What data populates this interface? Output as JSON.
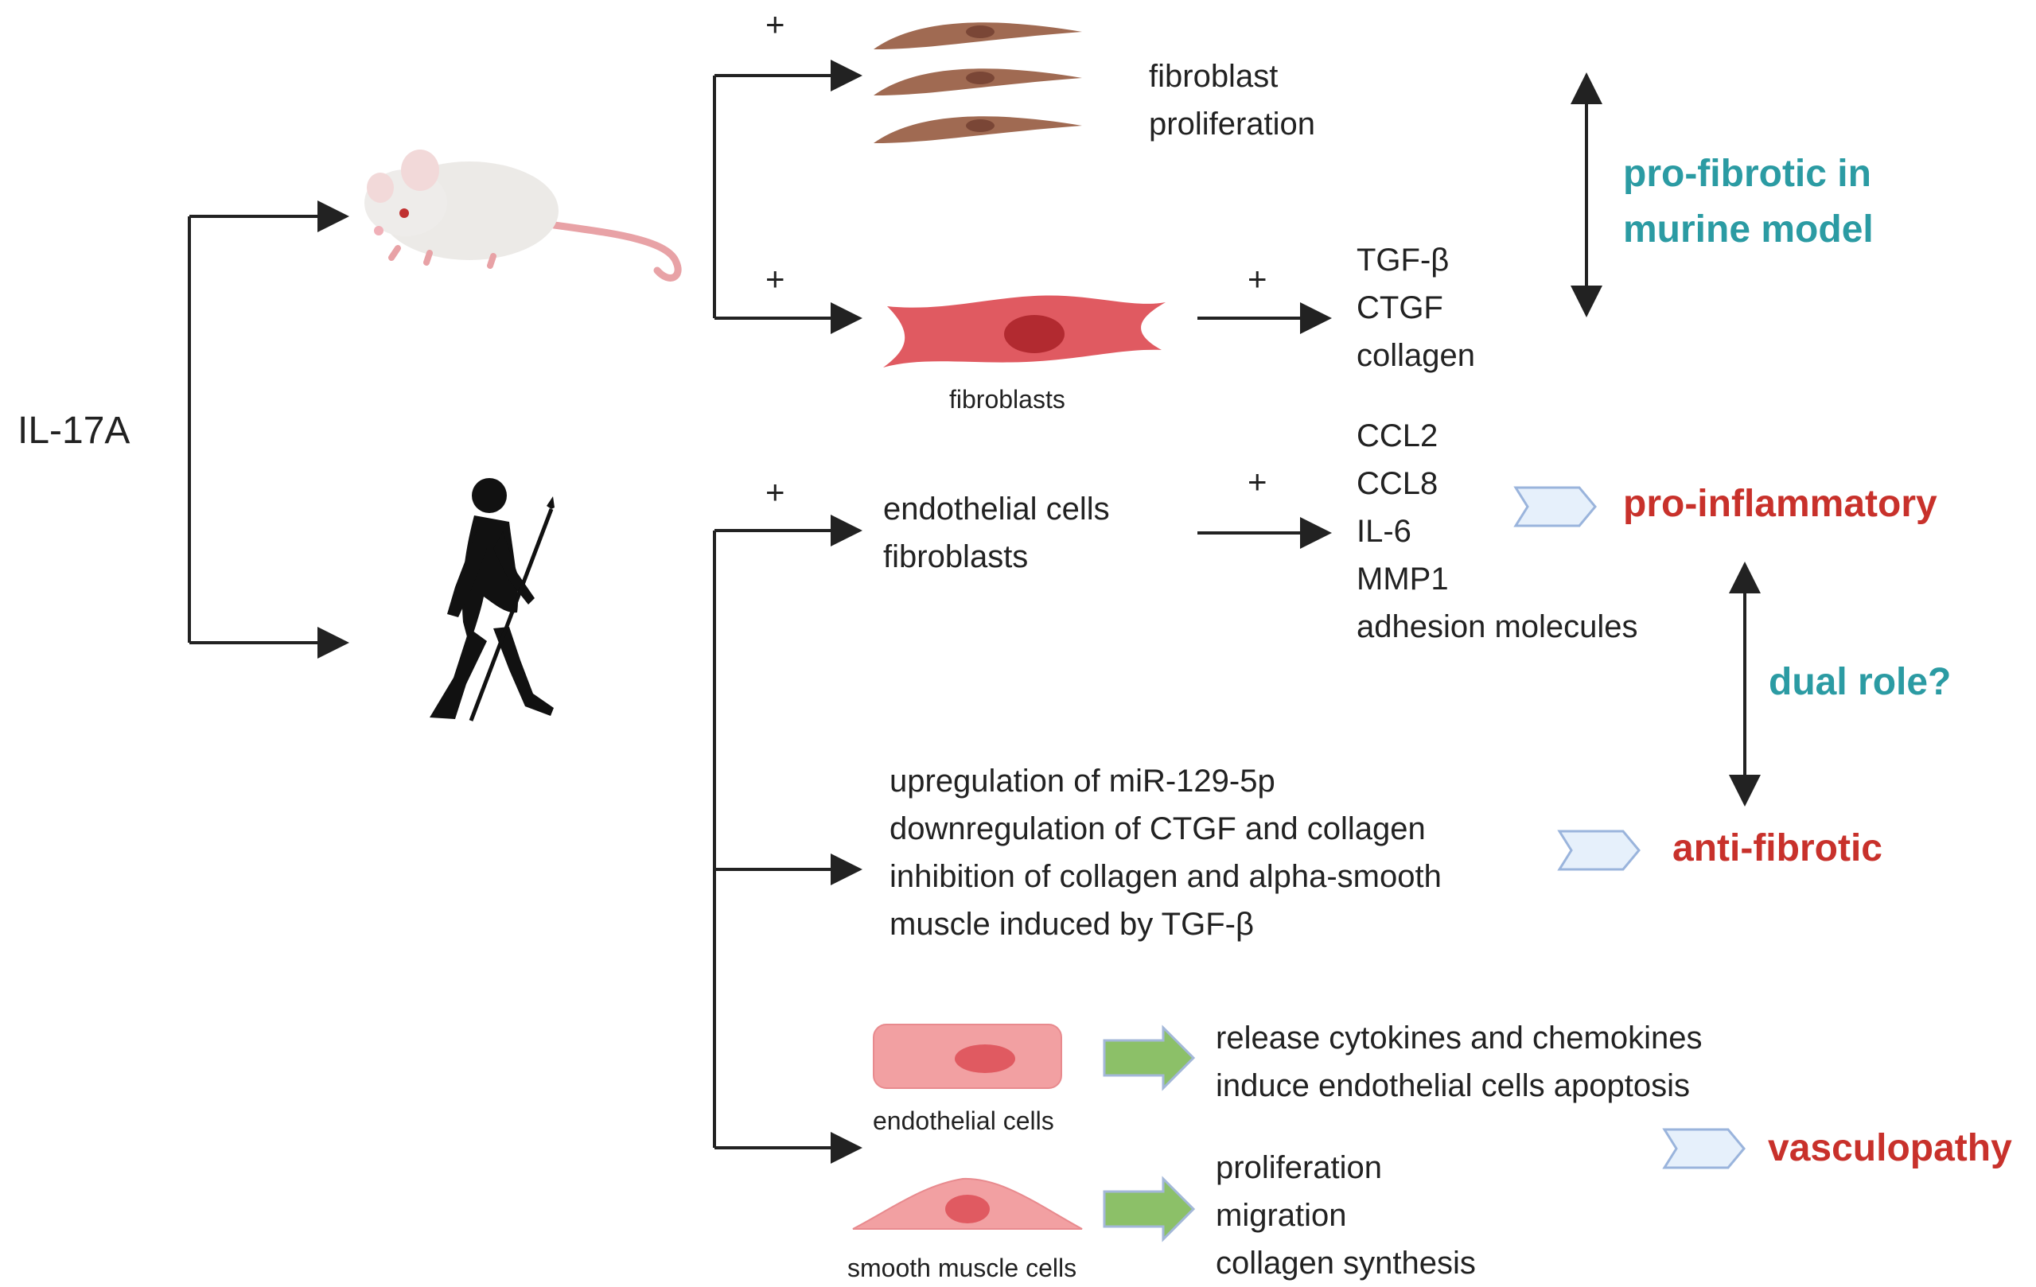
{
  "root_label": "IL-17A",
  "icons": {
    "mouse": "mouse-icon",
    "human": "human-walking-icon",
    "fibroblast_cell": "fibroblast-cell-icon",
    "endothelial_cell": "endothelial-cell-icon",
    "smooth_muscle_cell": "smooth-muscle-cell-icon"
  },
  "colors": {
    "teal": "#2b9ba3",
    "red": "#c8312b",
    "brown_cell": "#a06a52",
    "red_cell": "#e05a61",
    "pink_cell": "#f2a0a2",
    "green_arrow": "#8cc068",
    "chevron_fill": "#e6f0fb",
    "chevron_stroke": "#9ab4dc"
  },
  "murine": {
    "plus_top": "+",
    "plus_bottom": "+",
    "plus_right": "+",
    "proliferation_lines": [
      "fibroblast",
      "proliferation"
    ],
    "fibroblasts_label": "fibroblasts",
    "mediators": [
      "TGF-β",
      "CTGF",
      "collagen"
    ],
    "conclusion_lines": [
      "pro-fibrotic in",
      "murine model"
    ]
  },
  "human": {
    "plus_top": "+",
    "plus_mid": "+",
    "cells_lines": [
      "endothelial cells",
      "fibroblasts"
    ],
    "mediators": [
      "CCL2",
      "CCL8",
      "IL-6",
      "MMP1",
      "adhesion molecules"
    ],
    "pro_inflammatory": "pro-inflammatory",
    "dual_role": "dual role?",
    "anti_fibrotic_lines": [
      "upregulation of miR-129-5p",
      "downregulation of CTGF and collagen",
      "inhibition of collagen and alpha-smooth",
      "muscle induced by TGF-β"
    ],
    "anti_fibrotic": "anti-fibrotic",
    "endothelial_label": "endothelial cells",
    "endothelial_effects": [
      "release cytokines and chemokines",
      "induce endothelial cells apoptosis"
    ],
    "smooth_muscle_label": "smooth muscle cells",
    "smooth_muscle_effects": [
      "proliferation",
      "migration",
      "collagen synthesis"
    ],
    "vasculopathy": "vasculopathy"
  }
}
